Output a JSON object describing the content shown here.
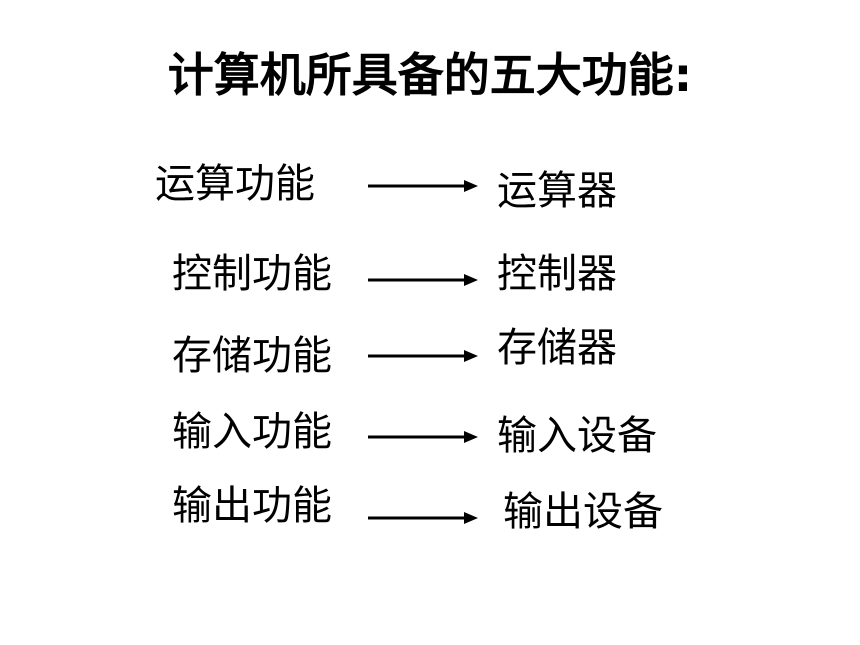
{
  "title": "计算机所具备的五大功能:",
  "mappings": [
    {
      "function": "运算功能",
      "component": "运算器"
    },
    {
      "function": "控制功能",
      "component": "控制器"
    },
    {
      "function": "存储功能",
      "component": "存储器"
    },
    {
      "function": "输入功能",
      "component": "输入设备"
    },
    {
      "function": "输出功能",
      "component": "输出设备"
    }
  ]
}
